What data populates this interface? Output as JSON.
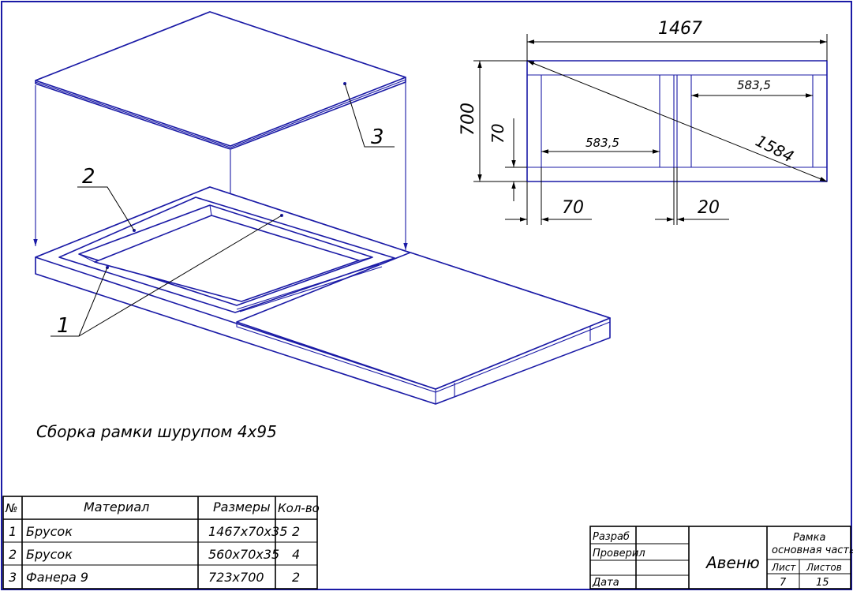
{
  "assembly_note": "Сборка рамки шурупом 4х95",
  "callouts": {
    "one": "1",
    "two": "2",
    "three": "3"
  },
  "dimensions": {
    "overall_length": "1467",
    "overall_width": "700",
    "diagonal": "1584",
    "bay_upper": "583,5",
    "bay_lower": "583,5",
    "rail_width_vertical": "70",
    "rail_width_horizontal": "70",
    "gap": "20"
  },
  "bom": {
    "headers": [
      "№",
      "Материал",
      "Размеры",
      "Кол-во"
    ],
    "rows": [
      {
        "no": "1",
        "material": "Брусок",
        "size": "1467х70х35",
        "qty": "2"
      },
      {
        "no": "2",
        "material": "Брусок",
        "size": "560х70х35",
        "qty": "4"
      },
      {
        "no": "3",
        "material": "Фанера 9",
        "size": "723х700",
        "qty": "2"
      }
    ]
  },
  "title_block": {
    "developed": "Разраб",
    "checked": "Проверил",
    "date": "Дата",
    "company": "Авеню",
    "title": [
      "Рамка",
      "основная часть"
    ],
    "sheet_label": "Лист",
    "sheets_label": "Листов",
    "sheet": "7",
    "sheets": "15"
  }
}
